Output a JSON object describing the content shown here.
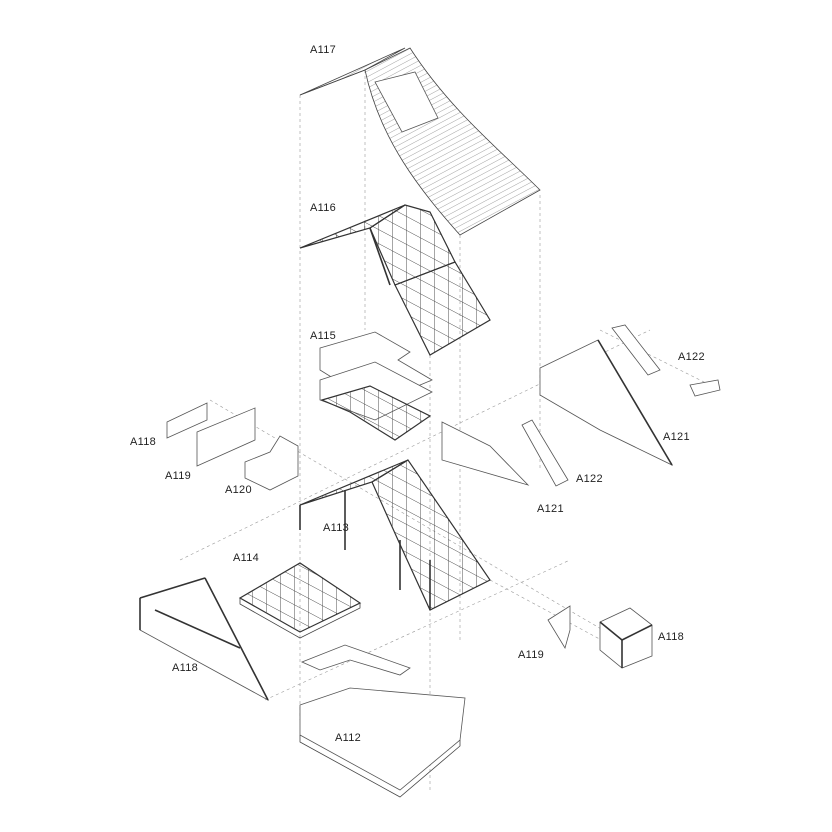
{
  "title": "Exploded axonometric diagram",
  "labels": {
    "a117": "A117",
    "a116": "A116",
    "a115": "A115",
    "a118_left_top": "A118",
    "a119_left": "A119",
    "a120": "A120",
    "a113": "A113",
    "a114": "A114",
    "a118_left_bottom": "A118",
    "a112": "A112",
    "a119_right": "A119",
    "a118_right": "A118",
    "a121_lower": "A121",
    "a122_lower": "A122",
    "a121_upper": "A121",
    "a122_upper": "A122"
  },
  "colors": {
    "line": "#444444",
    "dashed": "#999999",
    "background": "#ffffff"
  }
}
